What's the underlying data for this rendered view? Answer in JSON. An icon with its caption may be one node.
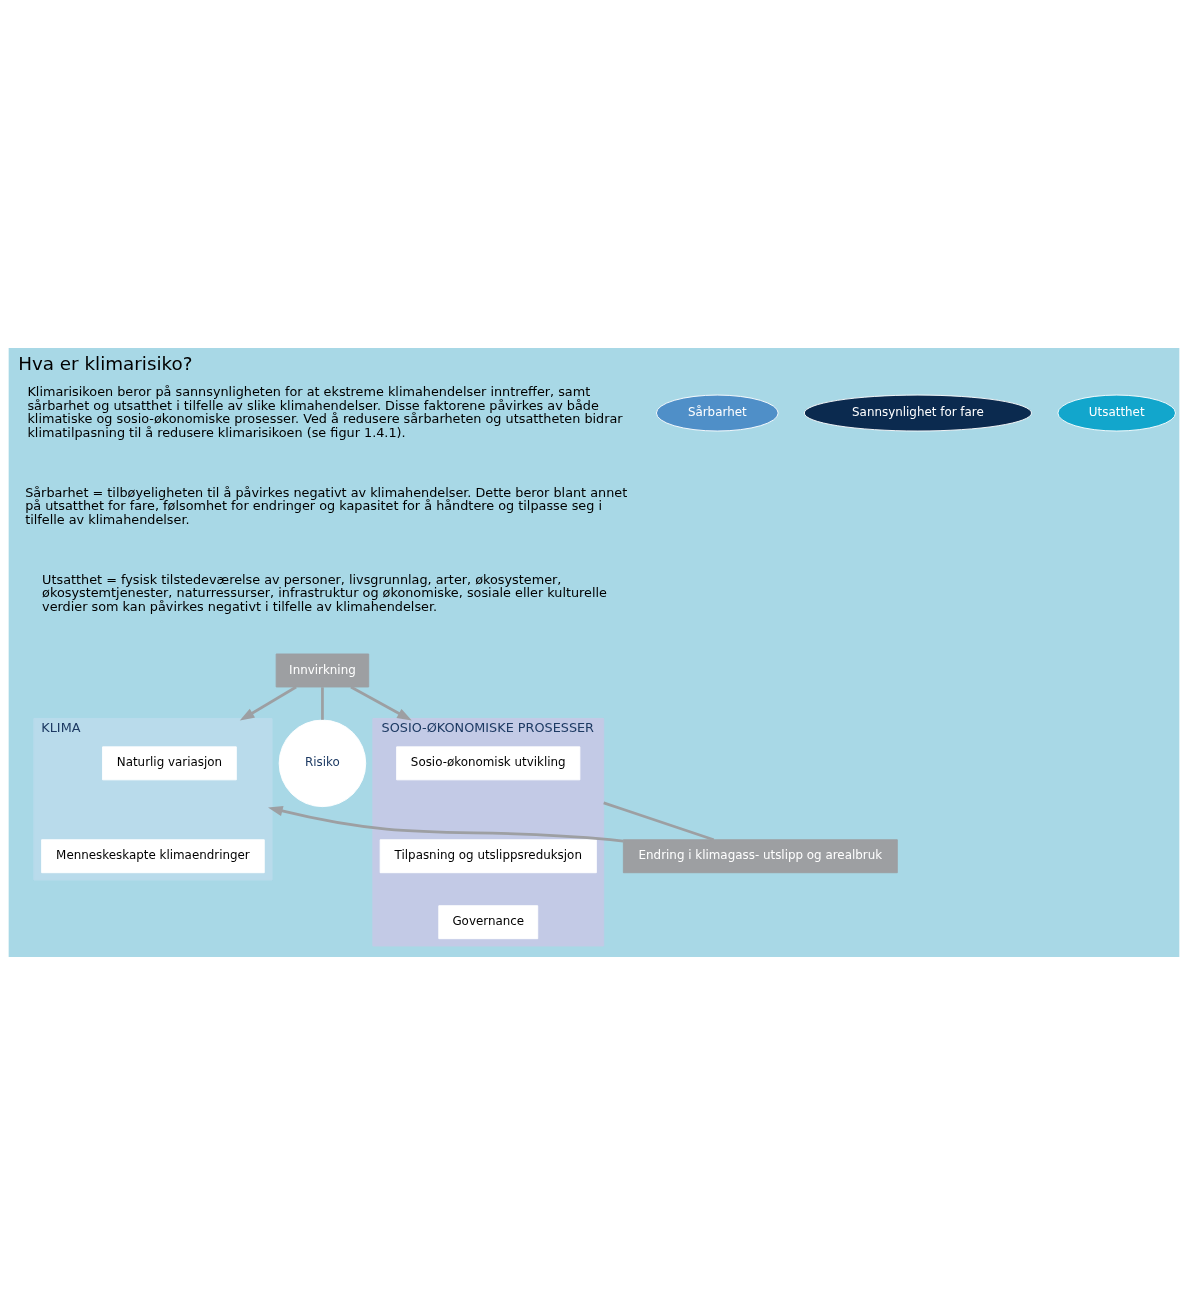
{
  "diagram": {
    "title": "Hva er klimarisiko?",
    "nodes": [
      {
        "text": [
          "Innvirkning"
        ]
      },
      {
        "text": [
          "KLIMA"
        ]
      },
      {
        "text": [
          "Naturlig variasjon"
        ],
        "in": 1
      },
      {
        "text": [
          "Menneskeskapte klimaendringer"
        ],
        "in": 1
      },
      {
        "text": [
          "Sårbarhet"
        ]
      },
      {
        "text": [
          "Sannsynlighet for fare"
        ]
      },
      {
        "text": [
          "Risiko"
        ]
      },
      {
        "text": [
          "Utsatthet"
        ]
      },
      {
        "text": [
          "SOSIO-ØKONOMISKE PROSESSER"
        ]
      },
      {
        "text": [
          "Sosio-økonomisk utvikling"
        ],
        "in": 8
      },
      {
        "text": [
          "Tilpasning og utslippsreduksjon"
        ],
        "in": 8
      },
      {
        "text": [
          "Governance"
        ],
        "in": 8
      },
      {
        "text": [
          "Endring i klimagass- utslipp og arealbruk"
        ]
      }
    ],
    "edges": [
      {
        "from": 0,
        "to": 1,
        "arrow": "to"
      },
      {
        "from": 0,
        "to": 8,
        "arrow": "to"
      },
      {
        "from": 0,
        "to": 6,
        "arrow": "none"
      },
      {
        "from": 8,
        "to": 12,
        "arrow": "none"
      },
      {
        "from": 12,
        "to": 1,
        "arrow": "to"
      }
    ],
    "labels": [
      "Klimarisikoen beror på sannsynligheten for at ekstreme klimahendelser inntreffer, samt sårbarhet og utsatthet i tilfelle av slike klimahendelser. Disse faktorene påvirkes av både klimatiske og sosio-økonomiske prosesser. Ved å redusere sårbarheten og utsattheten bidrar klimatilpasning til å redusere klimarisikoen (se figur 1.4.1).",
      "Sårbarhet = tilbøyeligheten til å påvirkes negativt av klimahendelser. Dette beror blant annet på utsatthet for fare, følsomhet for endringer og kapasitet for å håndtere og tilpasse seg i tilfelle av klimahendelser.",
      "Utsatthet = fysisk tilstedeværelse av personer, livsgrunnlag, arter, økosystemer, økosystemtjenester, naturressurser, infrastruktur og økonomiske, sosiale eller kulturelle verdier som kan påvirkes negativt i tilfelle av klimahendelser."
    ]
  }
}
